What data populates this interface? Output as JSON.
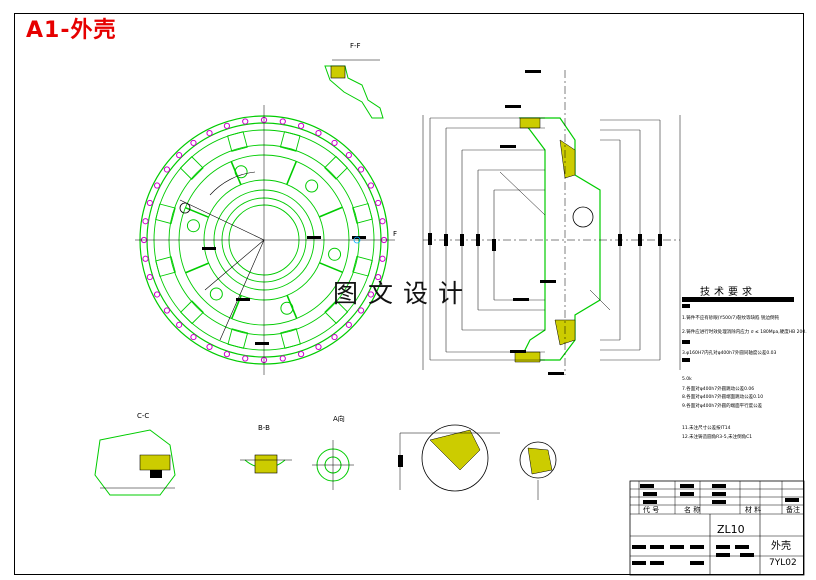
{
  "drawing": {
    "corner_title": "A1-外壳",
    "watermark": "图文设计"
  },
  "views": {
    "section_ff": "F-F",
    "section_cc": "C-C",
    "section_bb": "B-B",
    "view_a": "A向",
    "section_mark_f": "F"
  },
  "tech_requirements": {
    "title": "技术要求",
    "notes": [
      "1.铸件不应有砂眼(Y500/7)裂纹等缺陷 锐边倒钝",
      "2.铸件应进行时效处理消除内应力 σ ≤ 180Mpa,硬度HB 200.",
      "3.φ160H7内孔对φ400h7外圆同轴度公差0.03",
      "5.0k",
      "7.各面对φ400h7外圆跳动公差0.06",
      "8.各面对φ400h7外圆端面跳动公差0.10",
      "9.各面对φ400h7外圆的端面平行度公差",
      "11.未注尺寸公差按IT14",
      "12.未注铸造圆角R3-5,未注倒角C1"
    ]
  },
  "title_block": {
    "col_code": "代 号",
    "col_name": "名 称",
    "col_material": "材 料",
    "col_remark": "备注",
    "product_code": "ZL10",
    "part_name": "外壳",
    "drawing_no": "7YL02"
  },
  "colors": {
    "frame": "#000000",
    "title_red": "#e60000",
    "geometry_green": "#00cc00",
    "bolt_magenta": "#cc00cc",
    "dim_black": "#000000",
    "hatch_yellow": "#cccc00"
  }
}
